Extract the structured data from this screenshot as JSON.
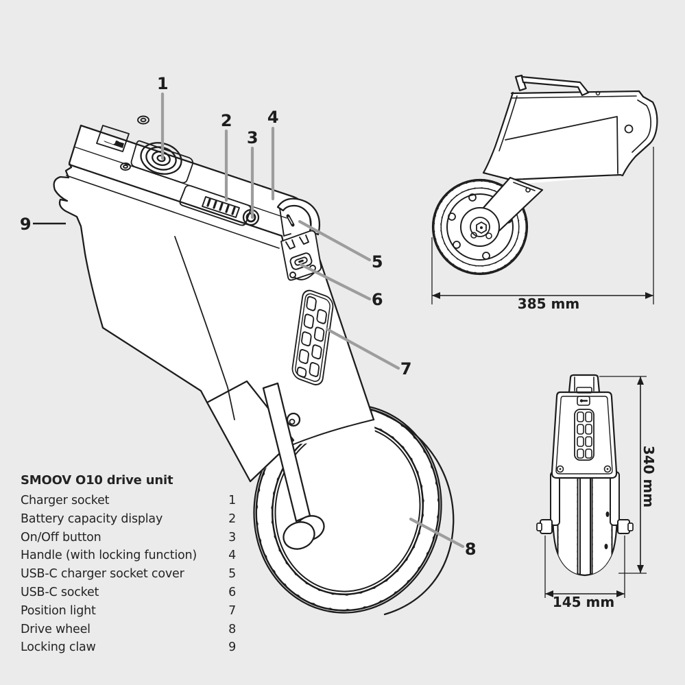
{
  "colors": {
    "background": "#ebebeb",
    "ink": "#1d1d1d",
    "leader_gray": "#9d9d9d",
    "fill_white": "#ffffff"
  },
  "legend": {
    "title": "SMOOV O10 drive unit",
    "items": [
      {
        "label": "Charger socket",
        "number": "1"
      },
      {
        "label": "Battery capacity display",
        "number": "2"
      },
      {
        "label": "On/Off button",
        "number": "3"
      },
      {
        "label": "Handle (with locking function)",
        "number": "4"
      },
      {
        "label": "USB-C charger socket cover",
        "number": "5"
      },
      {
        "label": "USB-C socket",
        "number": "6"
      },
      {
        "label": "Position light",
        "number": "7"
      },
      {
        "label": "Drive wheel",
        "number": "8"
      },
      {
        "label": "Locking claw",
        "number": "9"
      }
    ]
  },
  "callouts": [
    "1",
    "2",
    "3",
    "4",
    "5",
    "6",
    "7",
    "8",
    "9"
  ],
  "dimensions": {
    "side_view_width": "385 mm",
    "front_view_height": "340 mm",
    "front_view_width": "145 mm"
  }
}
